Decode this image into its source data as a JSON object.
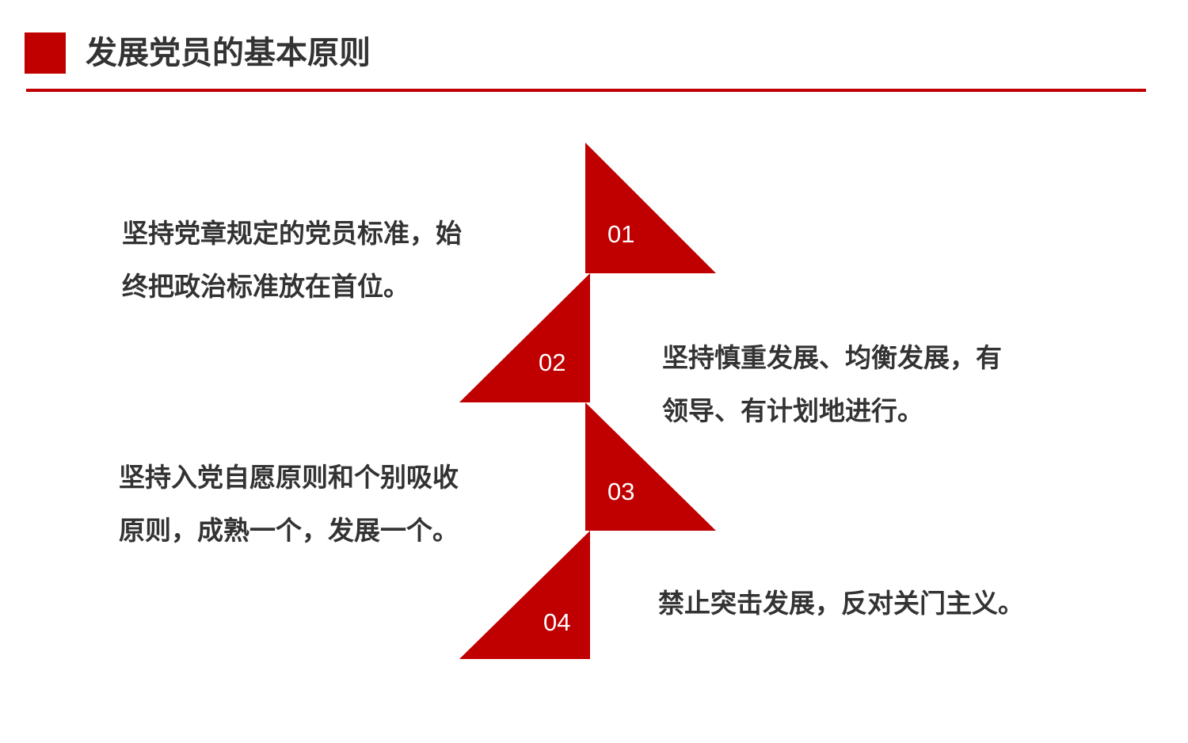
{
  "header": {
    "title": "发展党员的基本原则",
    "accent_color": "#c00000"
  },
  "principles": [
    {
      "number": "01",
      "text": "坚持党章规定的党员标准，始\n终把政治标准放在首位。"
    },
    {
      "number": "02",
      "text": "坚持慎重发展、均衡发展，有\n领导、有计划地进行。"
    },
    {
      "number": "03",
      "text": "坚持入党自愿原则和个别吸收\n原则，成熟一个，发展一个。"
    },
    {
      "number": "04",
      "text": "禁止突击发展，反对关门主义。"
    }
  ]
}
